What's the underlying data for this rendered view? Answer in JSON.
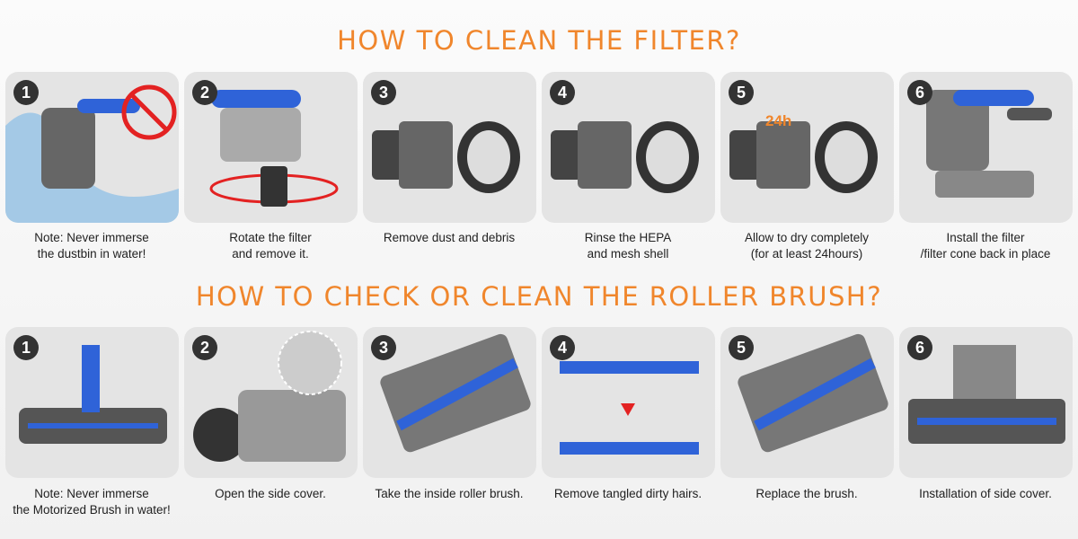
{
  "filter_section": {
    "title": "HOW TO CLEAN THE FILTER?",
    "steps": [
      {
        "number": "1",
        "caption": [
          "Note: Never immerse",
          "the dustbin in water!"
        ]
      },
      {
        "number": "2",
        "caption": [
          "Rotate the filter",
          "and remove it."
        ]
      },
      {
        "number": "3",
        "caption": [
          "Remove dust and debris",
          ""
        ]
      },
      {
        "number": "4",
        "caption": [
          "Rinse the HEPA",
          "and mesh shell"
        ]
      },
      {
        "number": "5",
        "caption": [
          "Allow to dry completely",
          "(for at least 24hours)"
        ],
        "badge": "24h"
      },
      {
        "number": "6",
        "caption": [
          "Install the filter",
          "/filter cone back in place"
        ]
      }
    ]
  },
  "brush_section": {
    "title": "HOW TO CHECK OR CLEAN THE ROLLER BRUSH?",
    "steps": [
      {
        "number": "1",
        "caption": [
          "Note: Never immerse",
          "the Motorized Brush in water!"
        ]
      },
      {
        "number": "2",
        "caption": [
          "Open the side cover.",
          ""
        ]
      },
      {
        "number": "3",
        "caption": [
          "Take the inside roller brush.",
          ""
        ]
      },
      {
        "number": "4",
        "caption": [
          "Remove tangled dirty hairs.",
          ""
        ]
      },
      {
        "number": "5",
        "caption": [
          "Replace the brush.",
          ""
        ]
      },
      {
        "number": "6",
        "caption": [
          "Installation of side cover.",
          ""
        ]
      }
    ]
  },
  "colors": {
    "heading": "#f0862c",
    "accent_blue": "#2f63d8",
    "warning_red": "#e32222"
  }
}
